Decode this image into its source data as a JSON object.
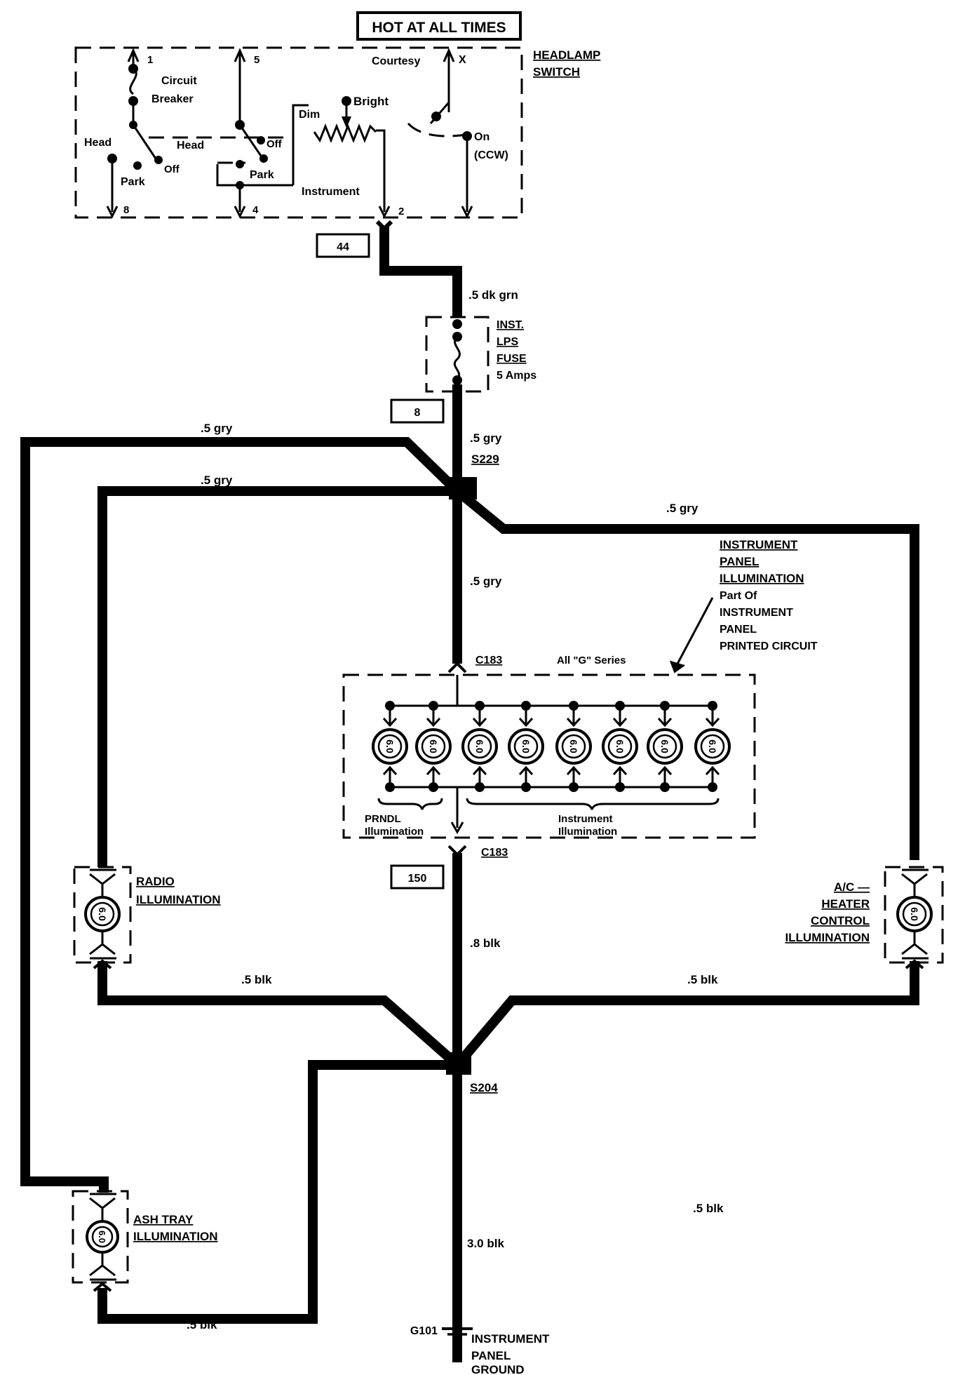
{
  "header": {
    "banner": "HOT AT ALL TIMES"
  },
  "headlamp_switch": {
    "title_line1": "HEADLAMP",
    "title_line2": "SWITCH",
    "circuit_breaker_line1": "Circuit",
    "circuit_breaker_line2": "Breaker",
    "terminal_1": "1",
    "terminal_5": "5",
    "terminal_x": "X",
    "terminal_8": "8",
    "terminal_4": "4",
    "terminal_2": "2",
    "courtesy": "Courtesy",
    "bright": "Bright",
    "dim": "Dim",
    "on": "On",
    "ccw": "(CCW)",
    "head_left": "Head",
    "head_mid": "Head",
    "off_left": "Off",
    "off_right": "Off",
    "park_left": "Park",
    "park_right": "Park",
    "instrument": "Instrument"
  },
  "connectors": {
    "c44": "44",
    "c8": "8",
    "c150": "150",
    "c183_top": "C183",
    "c183_bottom": "C183"
  },
  "fuse": {
    "line1": "INST.",
    "line2": "LPS",
    "line3": "FUSE",
    "rating": "5 Amps"
  },
  "wires": {
    "dk_grn": ".5 dk grn",
    "gry_fuse_out": ".5 gry",
    "gry_left_outer": ".5 gry",
    "gry_left_inner": ".5 gry",
    "gry_right": ".5 gry",
    "gry_center": ".5 gry",
    "blk_center": ".8 blk",
    "blk_left": ".5 blk",
    "blk_right": ".5 blk",
    "blk_ashtray": ".5 blk",
    "blk_floating": ".5 blk",
    "blk_ground": "3.0 blk"
  },
  "splices": {
    "s229": "S229",
    "s204": "S204"
  },
  "ip_illumination": {
    "line1": "INSTRUMENT",
    "line2": "PANEL",
    "line3": "ILLUMINATION",
    "line4": "Part Of",
    "line5": "INSTRUMENT",
    "line6": "PANEL",
    "line7": "PRINTED CIRCUIT",
    "series": "All \"G\" Series",
    "prndl_line1": "PRNDL",
    "prndl_line2": "Illumination",
    "instr_line1": "Instrument",
    "instr_line2": "Illumination",
    "bulb_label": "6.0"
  },
  "radio": {
    "line1": "RADIO",
    "line2": "ILLUMINATION",
    "bulb_label": "6.0"
  },
  "ac_heater": {
    "line1": "A/C —",
    "line2": "HEATER",
    "line3": "CONTROL",
    "line4": "ILLUMINATION",
    "bulb_label": "6.0"
  },
  "ash_tray": {
    "line1": "ASH TRAY",
    "line2": "ILLUMINATION",
    "bulb_label": "6.0"
  },
  "ground": {
    "id": "G101",
    "line1": "INSTRUMENT",
    "line2": "PANEL",
    "line3": "GROUND"
  }
}
